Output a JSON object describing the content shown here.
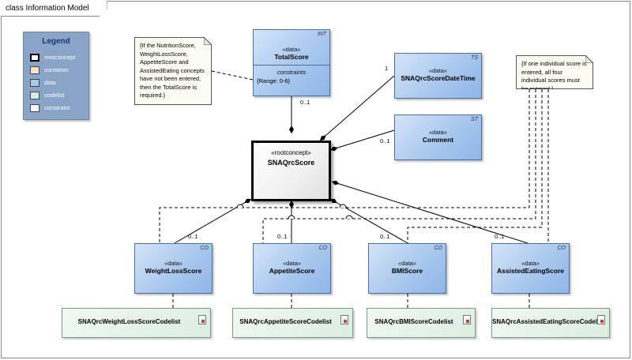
{
  "frame_title": "class Information Model",
  "legend": {
    "title": "Legend",
    "items": [
      {
        "label": "rootconcept",
        "color": "#ffffff"
      },
      {
        "label": "container",
        "color": "#f7e2d2"
      },
      {
        "label": "data",
        "color": "#a9c8ee"
      },
      {
        "label": "codelist",
        "color": "#d8eedd"
      },
      {
        "label": "constraint",
        "color": "#f5f5f5"
      }
    ]
  },
  "root": {
    "stereotype": "«rootconcept»",
    "name": "SNAQrcScore"
  },
  "total_score": {
    "stereotype": "«data»",
    "name": "TotalScore",
    "tag": "INT",
    "constraints_label": "constraints",
    "constraint": "{Range: 0-6}"
  },
  "datetime": {
    "stereotype": "«data»",
    "name": "SNAQrcScoreDateTime",
    "tag": "TS"
  },
  "comment": {
    "stereotype": "«data»",
    "name": "Comment",
    "tag": "ST"
  },
  "weightloss": {
    "stereotype": "«data»",
    "name": "WeightLossScore",
    "tag": "CO"
  },
  "appetite": {
    "stereotype": "«data»",
    "name": "AppetiteScore",
    "tag": "CO"
  },
  "bmi": {
    "stereotype": "«data»",
    "name": "BMIScore",
    "tag": "CO"
  },
  "assisted": {
    "stereotype": "«data»",
    "name": "AssistedEatingScore",
    "tag": "CO"
  },
  "codelists": {
    "weightloss": "SNAQrcWeightLossScoreCodelist",
    "appetite": "SNAQrcAppetiteScoreCodelist",
    "bmi": "SNAQrcBMIScoreCodelist",
    "assisted": "SNAQrcAssistedEatingScoreCodelist"
  },
  "notes": {
    "total_rule": "{If the NutritionScore, WeightLossScore, AppetiteScore and AssistedEating concepts have not been entered, then the TotalScore is required.}",
    "individual_rule": "{If one individual score is entered, all four individual scores must be entered.}"
  },
  "multiplicities": {
    "total": "0..1",
    "datetime": "1",
    "comment": "0..1",
    "weightloss": "0..1",
    "appetite": "0..1",
    "bmi": "0..1",
    "assisted": "0..1"
  }
}
